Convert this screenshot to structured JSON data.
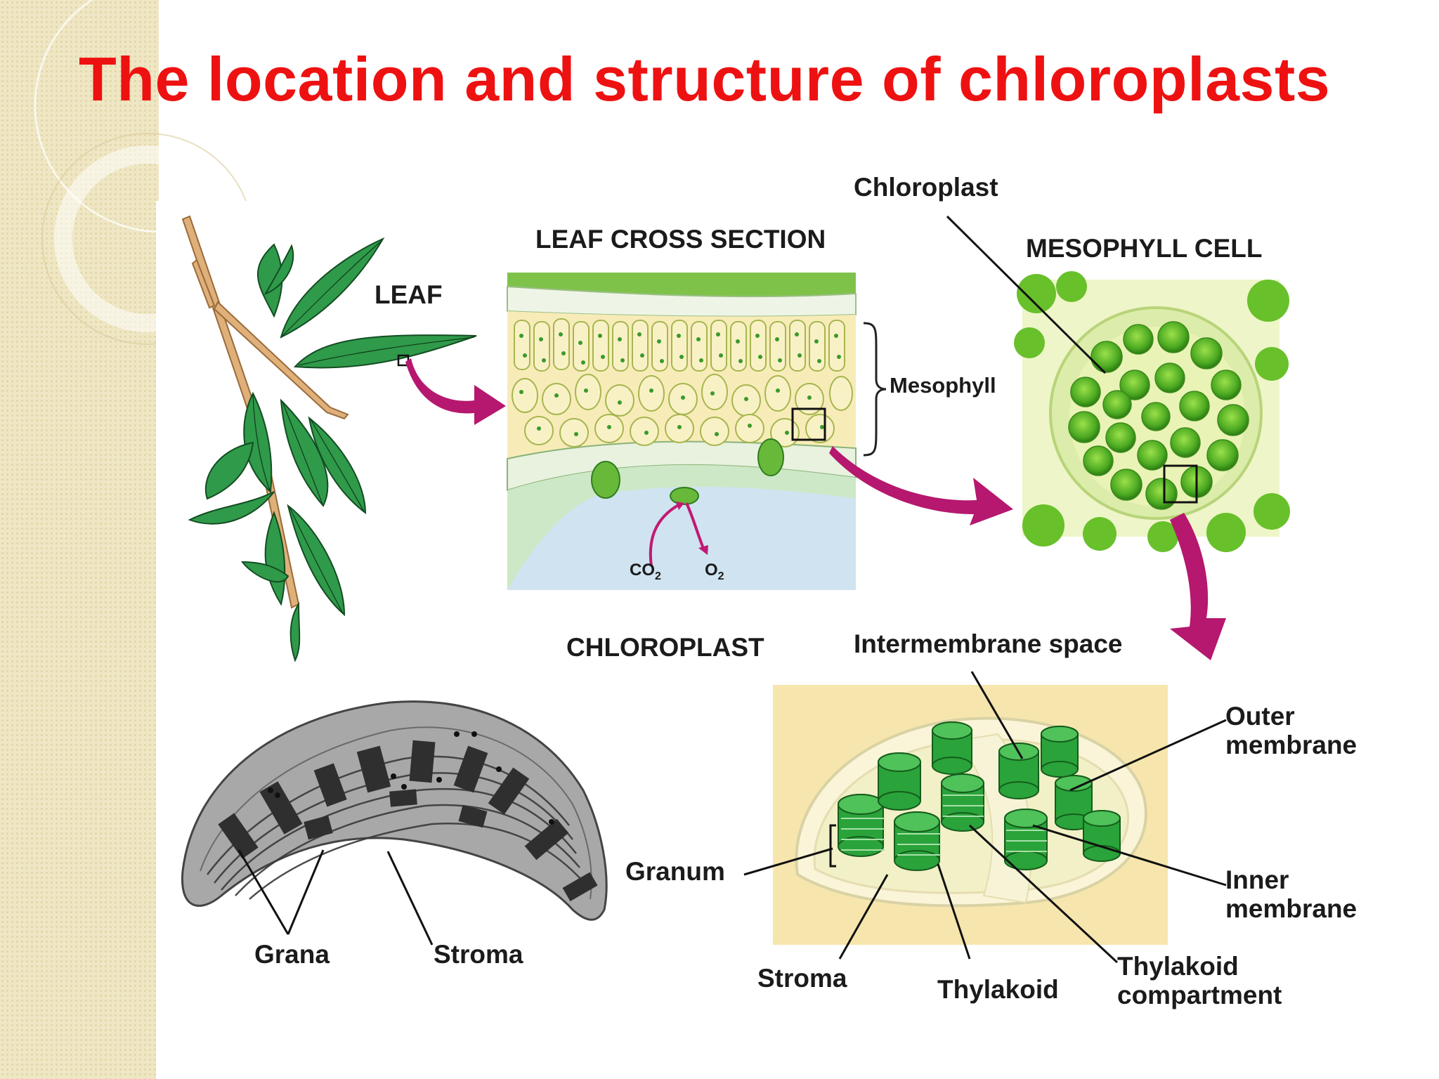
{
  "slide": {
    "title": "The location and structure of chloroplasts"
  },
  "labels": {
    "leaf": "LEAF",
    "leaf_cross_section": "LEAF CROSS SECTION",
    "mesophyll": "Mesophyll",
    "chloroplast_pointer": "Chloroplast",
    "mesophyll_cell": "MESOPHYLL CELL",
    "co2_base": "CO",
    "co2_sub": "2",
    "o2_base": "O",
    "o2_sub": "2",
    "chloroplast_heading": "CHLOROPLAST",
    "intermembrane_space": "Intermembrane space",
    "outer_membrane_1": "Outer",
    "outer_membrane_2": "membrane",
    "inner_membrane_1": "Inner",
    "inner_membrane_2": "membrane",
    "granum": "Granum",
    "stroma_diagram": "Stroma",
    "thylakoid": "Thylakoid",
    "thylakoid_compartment_1": "Thylakoid",
    "thylakoid_compartment_2": "compartment",
    "grana": "Grana",
    "stroma_micrograph": "Stroma"
  },
  "colors": {
    "title": "#ee1111",
    "arrow": "#b5186e",
    "leaf_green": "#2f9a4a",
    "cell_green": "#5fb82a",
    "chloroplast_green": "#2aa33a",
    "stem": "#e0b07a"
  },
  "icons": [
    "leaf-branch-illustration",
    "leaf-cross-section-illustration",
    "mesophyll-cell-micrograph",
    "chloroplast-micrograph",
    "chloroplast-3d-diagram",
    "arrow-icon"
  ]
}
